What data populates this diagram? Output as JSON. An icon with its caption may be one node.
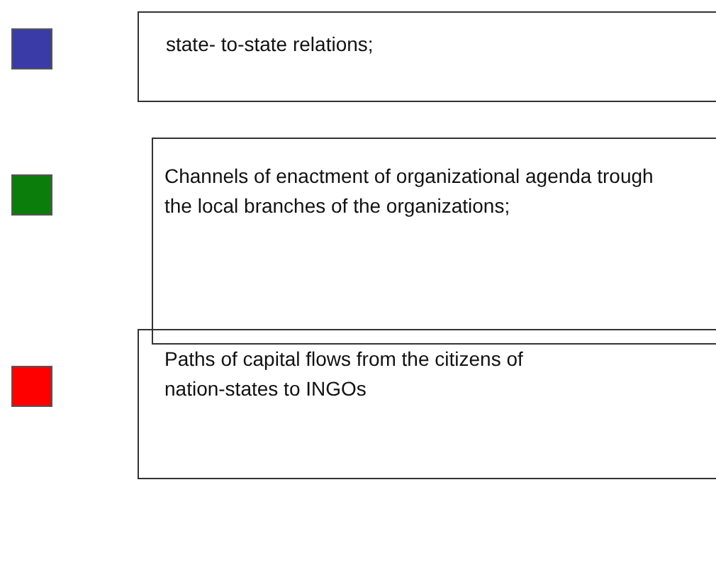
{
  "diagram": {
    "legend": [
      {
        "text": "state- to-state relations;",
        "color": "#3b3ba8"
      },
      {
        "text": "Channels of enactment of organizational agenda trough the local branches of the organizations;",
        "color": "#0b7d0b"
      },
      {
        "text": "Paths of capital flows from the citizens of nation-states to INGOs",
        "color": "#ff0000"
      }
    ]
  }
}
